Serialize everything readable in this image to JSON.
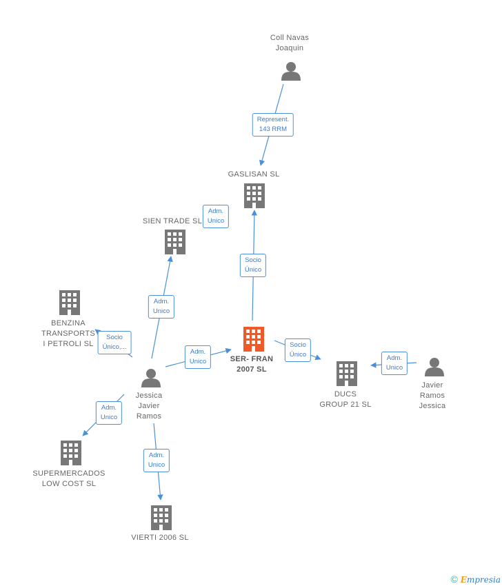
{
  "nodes": [
    {
      "id": "coll",
      "type": "person",
      "lines": [
        "Coll Navas",
        "Joaquin"
      ]
    },
    {
      "id": "gaslisan",
      "type": "company",
      "lines": [
        "GASLISAN SL"
      ]
    },
    {
      "id": "sien",
      "type": "company",
      "lines": [
        "SIEN TRADE SL"
      ]
    },
    {
      "id": "benzina",
      "type": "company",
      "lines": [
        "BENZINA",
        "TRANSPORTS",
        "I PETROLI SL"
      ]
    },
    {
      "id": "serfran",
      "type": "company",
      "main": true,
      "lines": [
        "SER- FRAN",
        "2007 SL"
      ]
    },
    {
      "id": "jessica",
      "type": "person",
      "lines": [
        "Jessica",
        "Javier",
        "Ramos"
      ]
    },
    {
      "id": "ducs",
      "type": "company",
      "lines": [
        "DUCS",
        "GROUP 21 SL"
      ]
    },
    {
      "id": "javier",
      "type": "person",
      "lines": [
        "Javier",
        "Ramos",
        "Jessica"
      ]
    },
    {
      "id": "super",
      "type": "company",
      "lines": [
        "SUPERMERCADOS",
        "LOW COST SL"
      ]
    },
    {
      "id": "vierti",
      "type": "company",
      "lines": [
        "VIERTI 2006  SL"
      ]
    }
  ],
  "edges": [
    {
      "from": "coll",
      "to": "gaslisan",
      "lines": [
        "Represent.",
        "143 RRM"
      ]
    },
    {
      "from": "serfran",
      "to": "gaslisan",
      "lines": [
        "Socio",
        "Único"
      ]
    },
    {
      "from": "jessica",
      "to": "sien",
      "lines": [
        "Adm.",
        "Unico"
      ]
    },
    {
      "from": "jessica",
      "to": "benzina",
      "lines": [
        "Socio",
        "Único,..."
      ]
    },
    {
      "from": "jessica",
      "to": "serfran",
      "lines": [
        "Adm.",
        "Unico"
      ]
    },
    {
      "from": "jessica",
      "to": "super",
      "lines": [
        "Adm.",
        "Unico"
      ]
    },
    {
      "from": "jessica",
      "to": "vierti",
      "lines": [
        "Adm.",
        "Unico"
      ]
    },
    {
      "from": "serfran",
      "to": "ducs",
      "lines": [
        "Socio",
        "Único"
      ]
    },
    {
      "from": "javier",
      "to": "ducs",
      "lines": [
        "Adm.",
        "Unico"
      ]
    },
    {
      "from": "sien",
      "to": "gaslisan",
      "lines": [
        "Adm.",
        "Unico"
      ]
    }
  ],
  "colors": {
    "edge": "#4a90d9",
    "icon": "#777777",
    "main_icon": "#f05a28"
  },
  "footer": {
    "copyright": "©",
    "brand_first": "E",
    "brand_rest": "mpresia"
  }
}
